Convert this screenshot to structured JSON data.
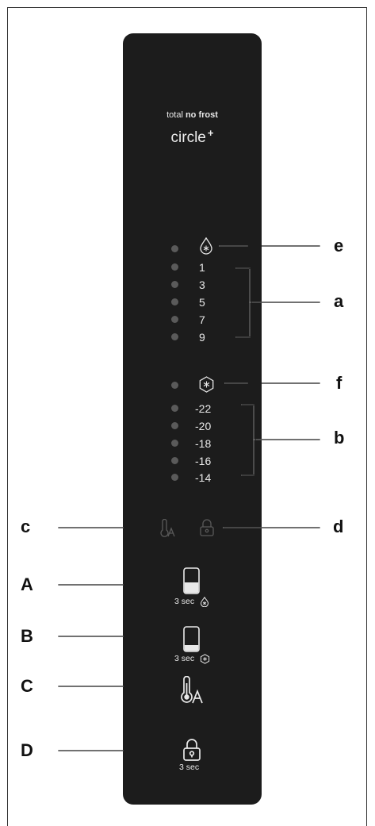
{
  "panel": {
    "brand_prefix": "total",
    "brand_bold": "no frost",
    "brand_name": "circle",
    "brand_plus": "+"
  },
  "fridge_levels": [
    "1",
    "3",
    "5",
    "7",
    "9"
  ],
  "freezer_levels": [
    "-22",
    "-20",
    "-18",
    "-16",
    "-14"
  ],
  "buttons": {
    "A_caption": "3 sec",
    "B_caption": "3 sec",
    "D_caption": "3 sec"
  },
  "labels": {
    "e": "e",
    "a": "a",
    "f": "f",
    "b": "b",
    "c": "c",
    "d": "d",
    "A": "A",
    "B": "B",
    "C": "C",
    "D": "D"
  },
  "icons": {
    "fridge": "water-drop-snowflake-icon",
    "freezer": "hexagon-snowflake-icon",
    "temp_alarm": "thermometer-alarm-icon",
    "lock": "padlock-icon"
  },
  "colors": {
    "panel": "#1c1c1c",
    "led_off": "#5a5a5a",
    "text_on_panel": "#e8e8e8"
  }
}
